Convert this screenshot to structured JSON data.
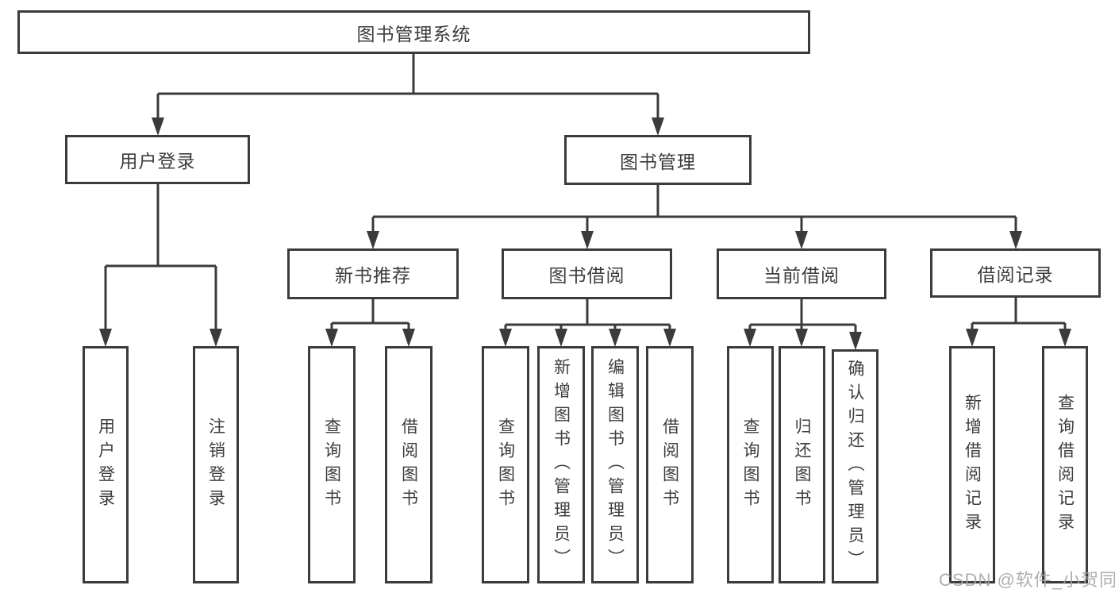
{
  "tree": {
    "root": {
      "label": "图书管理系统",
      "children": [
        {
          "label": "用户登录",
          "children": [
            {
              "label": "用户登录"
            },
            {
              "label": "注销登录"
            }
          ]
        },
        {
          "label": "图书管理",
          "children": [
            {
              "label": "新书推荐",
              "children": [
                {
                  "label": "查询图书"
                },
                {
                  "label": "借阅图书"
                }
              ]
            },
            {
              "label": "图书借阅",
              "children": [
                {
                  "label": "查询图书"
                },
                {
                  "label": "新增图书（管理员）"
                },
                {
                  "label": "编辑图书（管理员）"
                },
                {
                  "label": "借阅图书"
                }
              ]
            },
            {
              "label": "当前借阅",
              "children": [
                {
                  "label": "查询图书"
                },
                {
                  "label": "归还图书"
                },
                {
                  "label": "确认归还（管理员）"
                }
              ]
            },
            {
              "label": "借阅记录",
              "children": [
                {
                  "label": "新增借阅记录"
                },
                {
                  "label": "查询借阅记录"
                }
              ]
            }
          ]
        }
      ]
    }
  },
  "watermark": "CSDN @软件_小贺同学",
  "colors": {
    "line": "#3b3b3b",
    "box_border": "#3b3b3b",
    "text": "#3d3d3d",
    "watermark": "#a5a5a5",
    "background": "#ffffff"
  }
}
